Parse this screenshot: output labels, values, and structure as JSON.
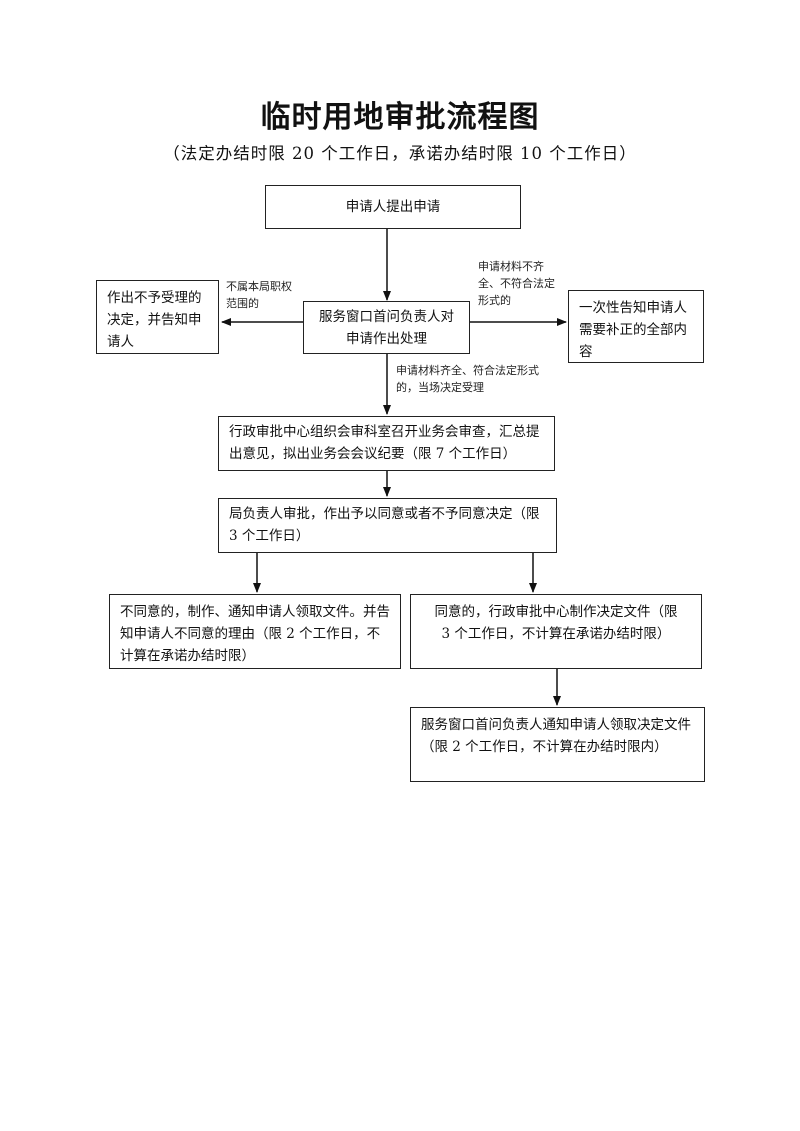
{
  "title": "临时用地审批流程图",
  "subtitle": "（法定办结时限 20 个工作日，承诺办结时限 10 个工作日）",
  "nodes": {
    "apply": "申请人提出申请",
    "window": "服务窗口首问负责人对申请作出处理",
    "reject": "作出不予受理的决定，并告知申请人",
    "supplement": "一次性告知申请人需要补正的全部内容",
    "review": "行政审批中心组织会审科室召开业务会审查，汇总提出意见，拟出业务会会议纪要（限 7 个工作日）",
    "approve": "局负责人审批，作出予以同意或者不予同意决定（限 3 个工作日）",
    "disagree": "不同意的，制作、通知申请人领取文件。并告知申请人不同意的理由（限 2 个工作日，不计算在承诺办结时限）",
    "agree": "同意的，行政审批中心制作决定文件（限 3 个工作日，不计算在承诺办结时限）",
    "notify": "服务窗口首问负责人通知申请人领取决定文件（限 2 个工作日，不计算在办结时限内）"
  },
  "notes": {
    "out_of_scope": "不属本局职权范围的",
    "incomplete": "申请材料不齐全、不符合法定形式的",
    "complete": "申请材料齐全、符合法定形式的，当场决定受理"
  }
}
